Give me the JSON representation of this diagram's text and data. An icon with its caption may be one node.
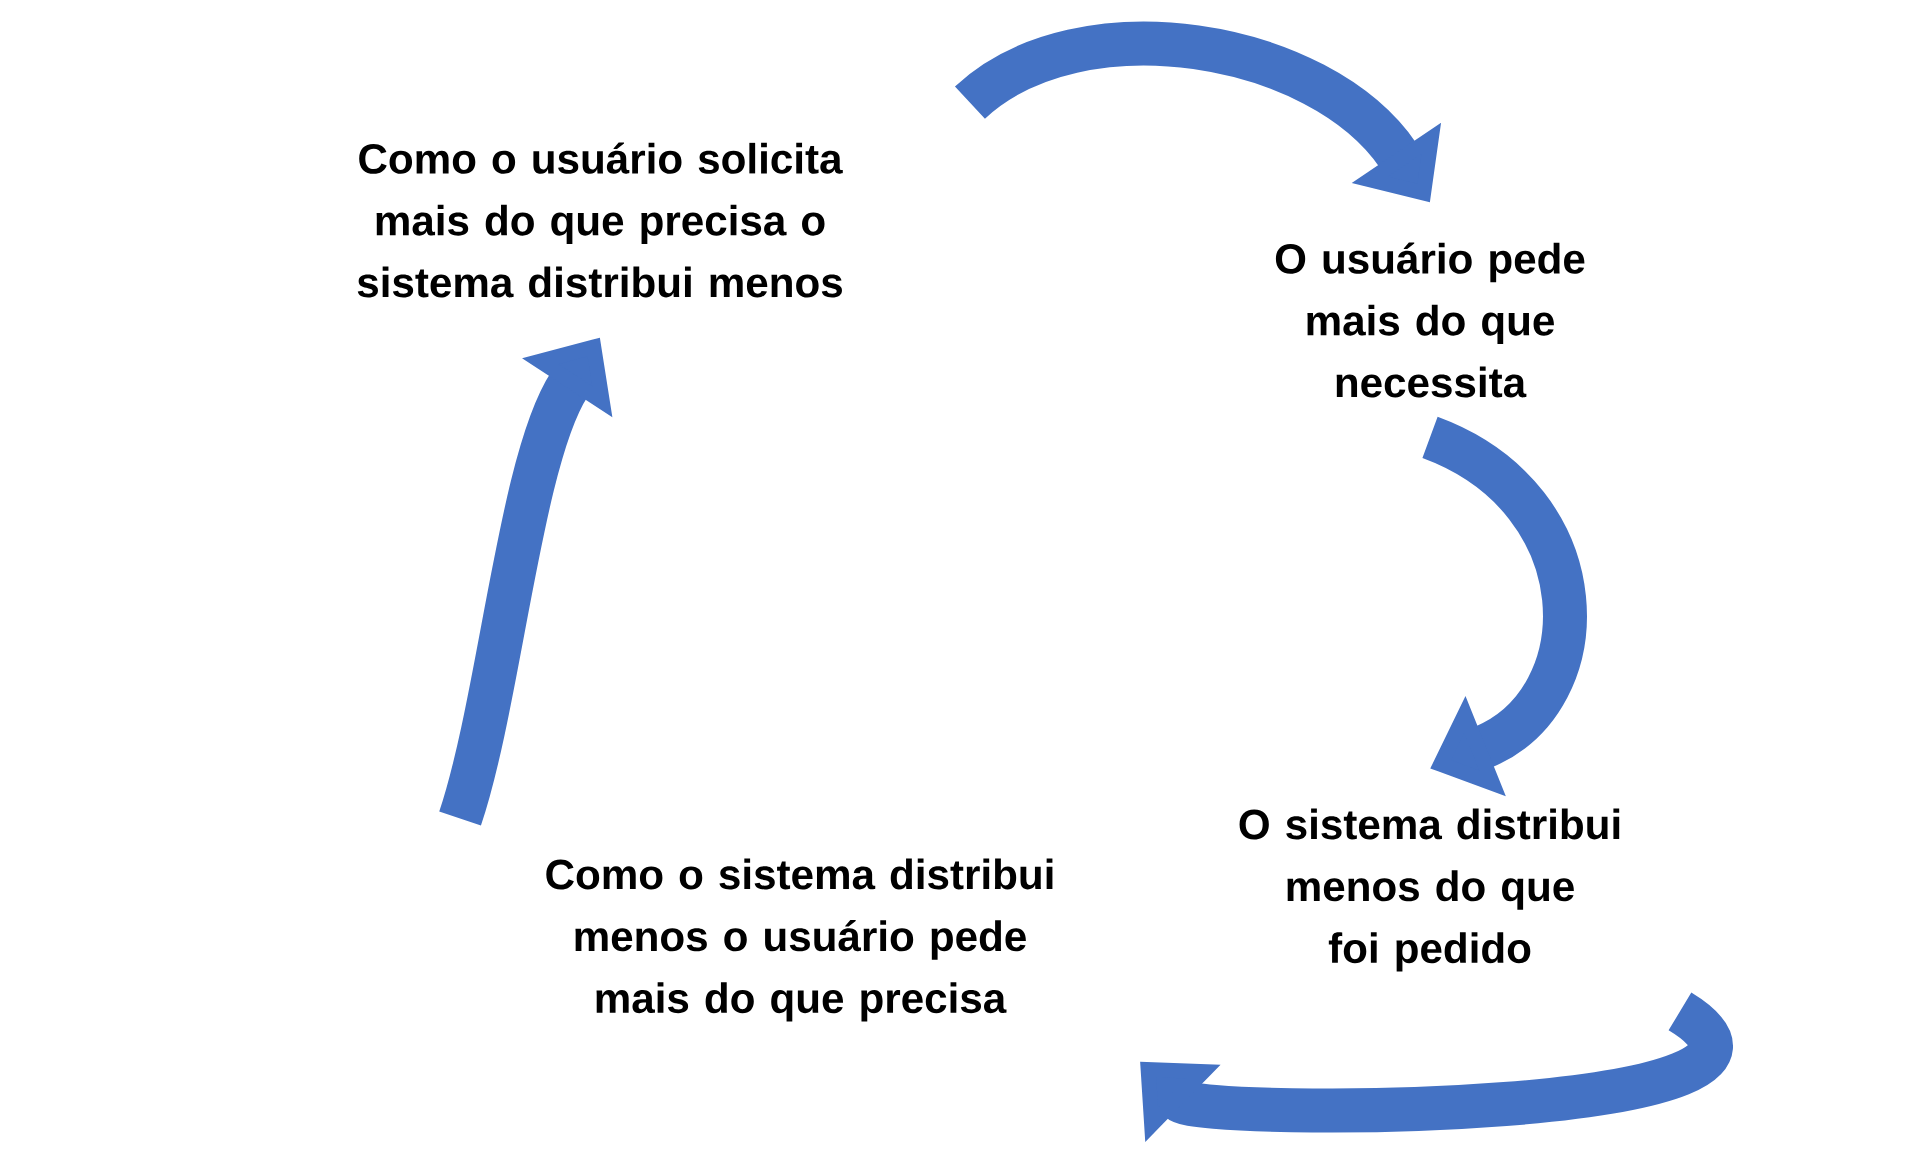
{
  "diagram": {
    "nodes": [
      {
        "text": [
          "Como o usuário solicita mais do que precisa o sistema distribui menos"
        ]
      },
      {
        "text": [
          "O usuário pede mais do que necessita"
        ]
      },
      {
        "text": [
          "O sistema distribui menos do que foi pedido"
        ]
      },
      {
        "text": [
          "Como o sistema distribui menos o usuário pede mais do que precisa"
        ]
      }
    ],
    "edges": [
      {
        "from": 0,
        "to": 1,
        "arrow": "to"
      },
      {
        "from": 1,
        "to": 2,
        "arrow": "to"
      },
      {
        "from": 2,
        "to": 3,
        "arrow": "to"
      },
      {
        "from": 3,
        "to": 0,
        "arrow": "to"
      }
    ]
  }
}
